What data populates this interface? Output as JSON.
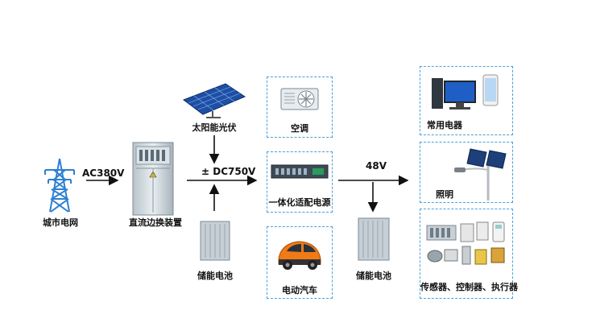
{
  "nodes": {
    "grid": "城市电网",
    "converter": "直流边换装置",
    "solar": "太阳能光伏",
    "storage_left": "储能电池",
    "ac_unit": "空调",
    "power_adapter": "一体化适配电源",
    "ev": "电动汽车",
    "storage_right": "储能电池",
    "appliances": "常用电器",
    "lighting": "照明",
    "sensors": "传感器、控制器、执行器"
  },
  "edges": {
    "grid_to_converter": "AC380V",
    "dc_bus": "± DC750V",
    "low_voltage": "48V"
  },
  "colors": {
    "dashed_border": "#4a9fd8",
    "arrow": "#111111",
    "tower": "#2d7fd3"
  }
}
